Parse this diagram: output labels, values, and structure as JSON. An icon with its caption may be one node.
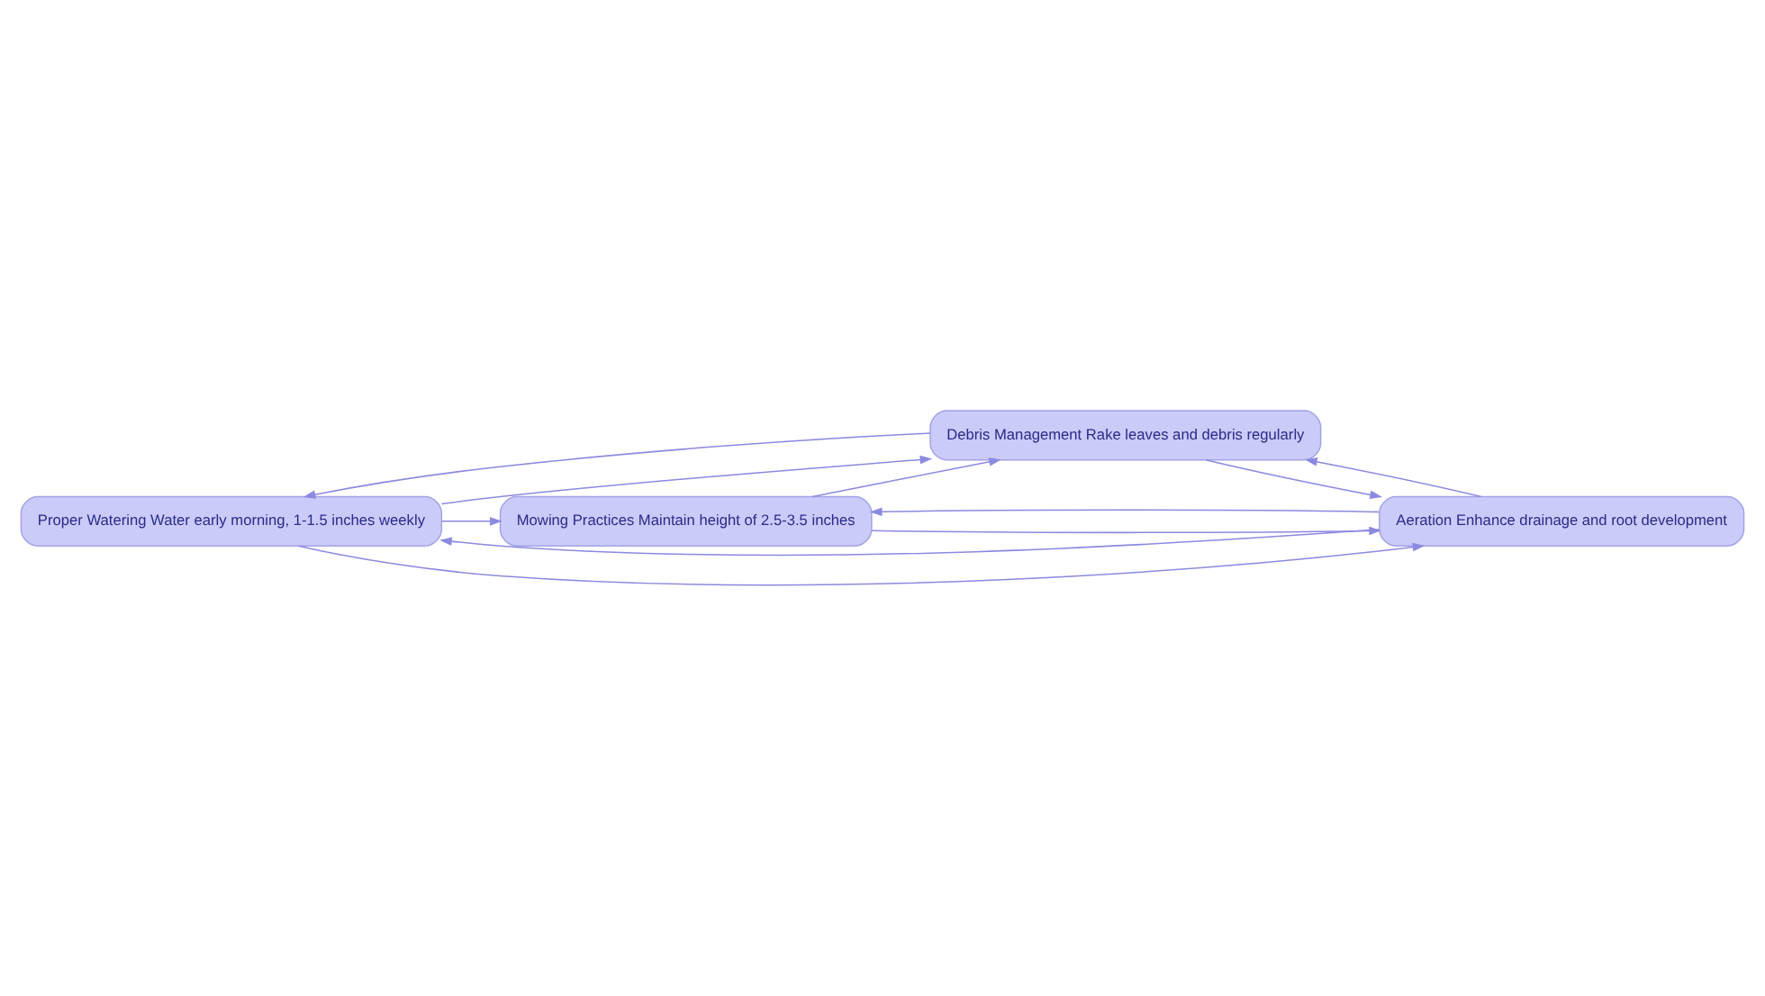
{
  "diagram": {
    "nodes": [
      {
        "text": [
          "Proper Watering Water early morning, 1-1.5 inches weekly"
        ]
      },
      {
        "text": [
          "Mowing Practices Maintain height of 2.5-3.5 inches"
        ]
      },
      {
        "text": [
          "Debris Management Rake leaves and debris regularly"
        ]
      },
      {
        "text": [
          "Aeration Enhance drainage and root development"
        ]
      }
    ],
    "edges": [
      {
        "from": 0,
        "to": 1,
        "arrow": "to"
      },
      {
        "from": 0,
        "to": 2,
        "arrow": "to"
      },
      {
        "from": 0,
        "to": 3,
        "arrow": "to"
      },
      {
        "from": 1,
        "to": 2,
        "arrow": "to"
      },
      {
        "from": 1,
        "to": 3,
        "arrow": "to"
      },
      {
        "from": 2,
        "to": 3,
        "arrow": "to"
      },
      {
        "from": 3,
        "to": 0,
        "arrow": "to"
      },
      {
        "from": 3,
        "to": 1,
        "arrow": "to"
      },
      {
        "from": 3,
        "to": 2,
        "arrow": "to"
      },
      {
        "from": 2,
        "to": 0,
        "arrow": "to"
      }
    ]
  }
}
